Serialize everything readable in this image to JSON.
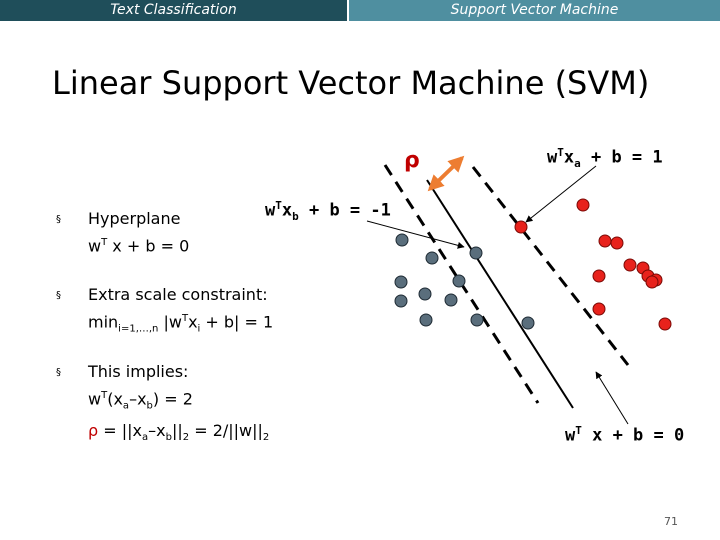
{
  "header": {
    "left": "Text Classification",
    "right": "Support Vector Machine"
  },
  "title": "Linear Support Vector Machine (SVM)",
  "bullets": [
    {
      "line1": "Hyperplane",
      "line2_a": "w",
      "line2_sup": "T",
      "line2_b": " x + b = 0"
    },
    {
      "line1": "Extra scale constraint:",
      "line2_a": "min",
      "line2_sub": "i=1,…,n",
      "line2_b": " |w",
      "line2_sup": "T",
      "line2_c": "x",
      "line2_sub2": "i",
      "line2_d": " + b| = 1"
    },
    {
      "line1": "This implies:",
      "line2_a": "w",
      "line2_sup": "T",
      "line2_b": "(x",
      "line2_sub": "a",
      "line2_c": "–x",
      "line2_sub2": "b",
      "line2_d": ") = 2",
      "line3_rho": "ρ",
      "line3_a": " = ||x",
      "line3_sub": "a",
      "line3_b": "–x",
      "line3_sub2": "b",
      "line3_c": "||",
      "line3_sub3": "2",
      "line3_d": " = 2/||w||",
      "line3_sub4": "2"
    }
  ],
  "bullet_marker": "§",
  "labels": {
    "upper": {
      "a": "w",
      "sup": "T",
      "b": "x",
      "sub": "a",
      "c": " + b = 1"
    },
    "lower": {
      "a": "w",
      "sup": "T",
      "b": "x",
      "sub": "b",
      "c": " + b = -1"
    },
    "middle": {
      "a": "w",
      "sup": "T",
      "b": " x + b = 0"
    },
    "rho": "ρ"
  },
  "colors": {
    "header_dark": "#1f4e5a",
    "header_light": "#4f8fa0",
    "red_point": "#e8221c",
    "blue_point": "#5a6e7c",
    "arrow": "#ed7d31",
    "rho": "#c00000"
  },
  "page_number": "71"
}
